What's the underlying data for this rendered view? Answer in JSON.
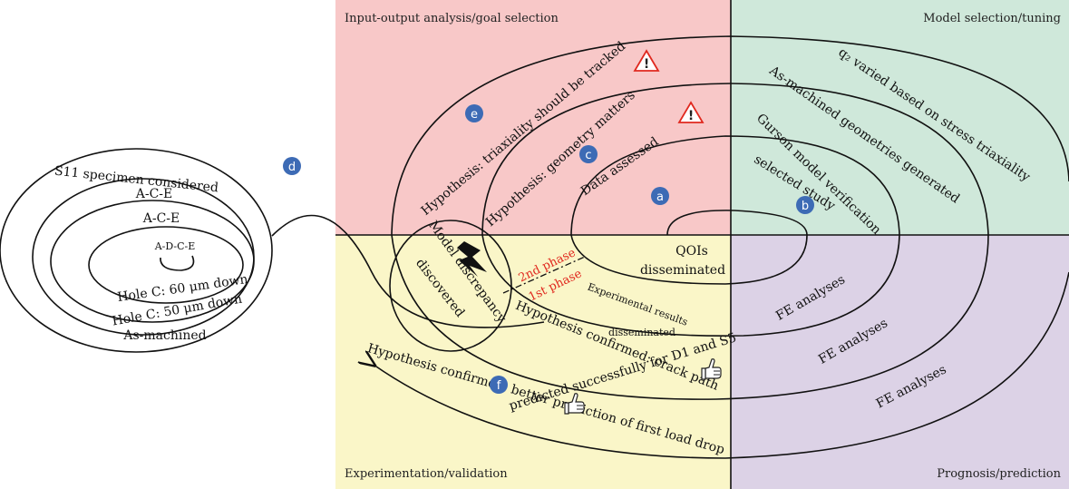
{
  "quadrants": {
    "top_left": {
      "label": "Input-output analysis/goal selection",
      "color": "#f8c8c8"
    },
    "top_right": {
      "label": "Model selection/tuning",
      "color": "#cfe8da"
    },
    "bottom_left": {
      "label": "Experimentation/validation",
      "color": "#faf6c8"
    },
    "bottom_right": {
      "label": "Prognosis/prediction",
      "color": "#dcd2e6"
    }
  },
  "left_spiral": {
    "badge": "d",
    "labels": {
      "s11": "S11 specimen considered",
      "ace1": "A-C-E",
      "ace2": "A-C-E",
      "adce": "A-D-C-E",
      "hole60": "Hole C: 60 μm down",
      "hole50": "Hole C: 50 μm down",
      "as_machined": "As-machined"
    }
  },
  "main_spiral": {
    "data_assessed": "Data assessed",
    "hyp_geometry": "Hypothesis: geometry matters",
    "hyp_triaxiality": "Hypothesis: triaxiality should be tracked",
    "gurson": "Gurson model verification",
    "selected_study": "selected study",
    "as_machined_geom": "As-machined geometries generated",
    "q2": "q₂ varied based on stress triaxiality",
    "qois": "QOIs",
    "disseminated": "disseminated",
    "exp_results": "Experimental results",
    "exp_disseminated": "disseminated",
    "phase2": "2nd phase",
    "phase1": "1st phase",
    "model_discrepancy": "Model discrepancy",
    "discovered": "discovered",
    "hyp_confirmed_crack": "Hypothesis confirmed: crack path",
    "predicted_success": "predicted successfully for D1 and S5",
    "hyp_confirmed_better": "Hypothesis confirmed: better prediction of first load drop",
    "fe1": "FE analyses",
    "fe2": "FE analyses",
    "fe3": "FE analyses"
  },
  "badges": {
    "a": "a",
    "b": "b",
    "c": "c",
    "e": "e",
    "f": "f"
  },
  "badge_color": "#3d6bb5",
  "warning_color": "#e0281e"
}
